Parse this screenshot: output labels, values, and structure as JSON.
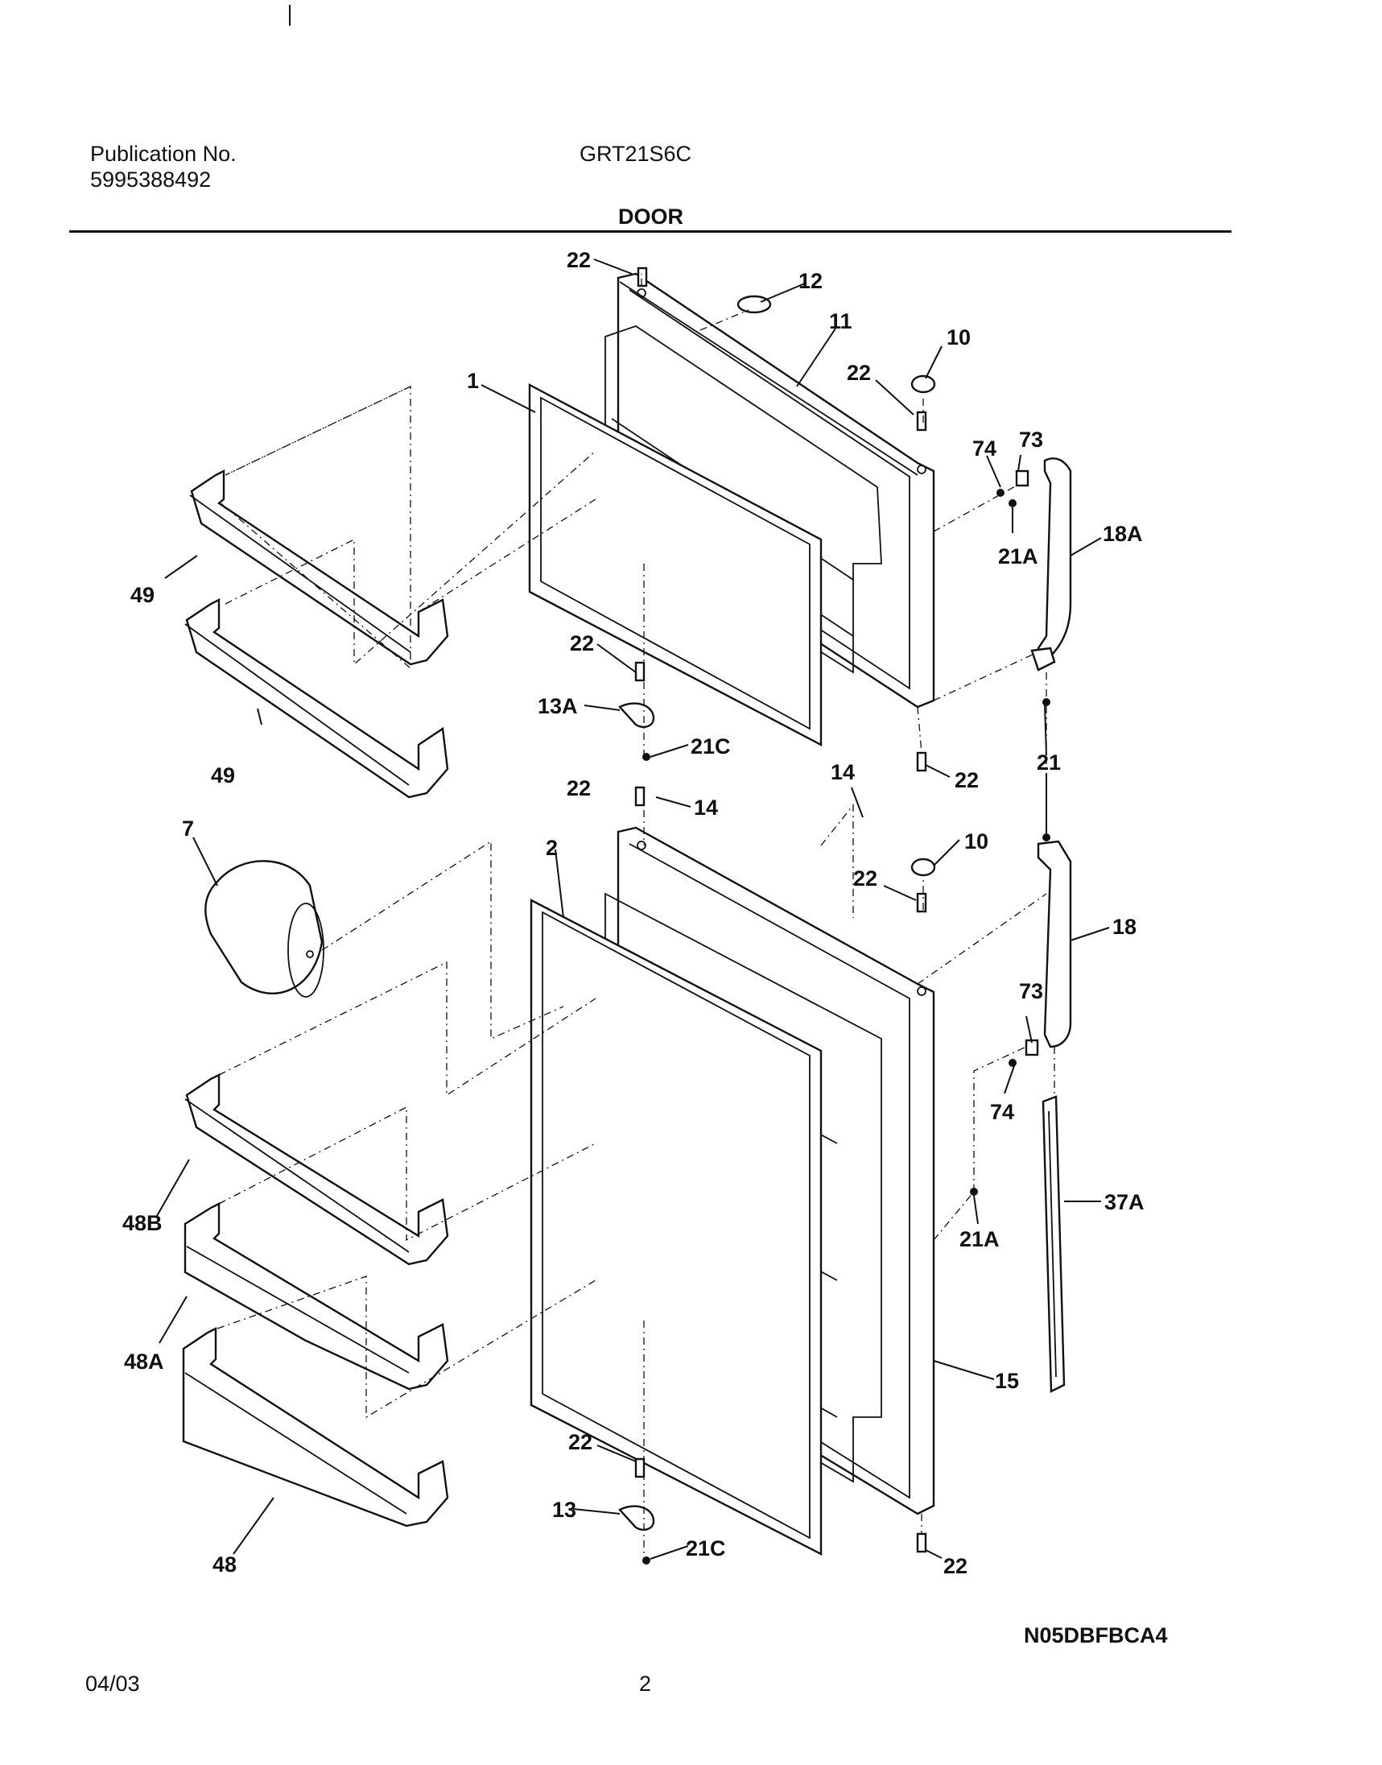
{
  "header": {
    "publication_label": "Publication No.",
    "publication_number": "5995388492",
    "model": "GRT21S6C",
    "section_title": "DOOR"
  },
  "footer": {
    "date": "04/03",
    "page_number": "2",
    "diagram_code": "N05DBFBCA4"
  },
  "callouts": {
    "c22a": "22",
    "c12": "12",
    "c11": "11",
    "c10a": "10",
    "c22b": "22",
    "c1": "1",
    "c74a": "74",
    "c73a": "73",
    "c18A": "18A",
    "c21Aa": "21A",
    "c49a": "49",
    "c49b": "49",
    "c22c": "22",
    "c13A": "13A",
    "c21Ca": "21C",
    "c22d": "22",
    "c21": "21",
    "c14a": "14",
    "c22e": "22",
    "c14b": "14",
    "c7": "7",
    "c2": "2",
    "c10b": "10",
    "c22f": "22",
    "c18": "18",
    "c73b": "73",
    "c74b": "74",
    "c37A": "37A",
    "c48B": "48B",
    "c21Ab": "21A",
    "c48A": "48A",
    "c15": "15",
    "c22g": "22",
    "c13": "13",
    "c21Cb": "21C",
    "c48": "48",
    "c22h": "22"
  }
}
